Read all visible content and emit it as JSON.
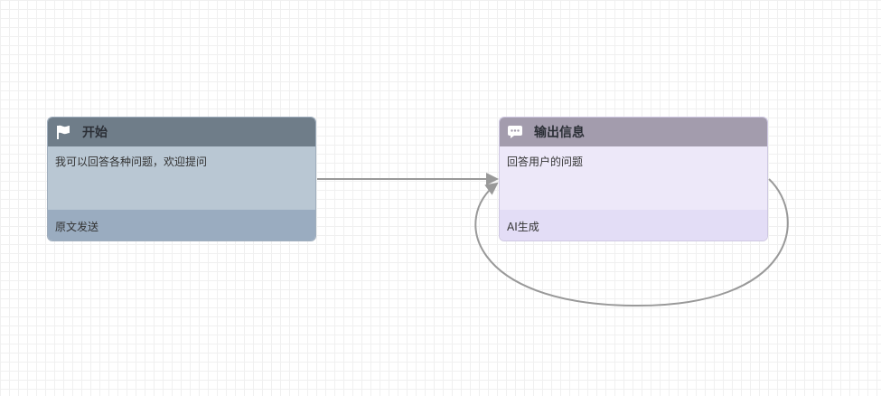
{
  "nodes": {
    "start": {
      "title": "开始",
      "icon": "flag-icon",
      "body": "我可以回答各种问题，欢迎提问",
      "footer": "原文发送",
      "colors": {
        "header": "#6f7d89",
        "body": "#b9c7d3",
        "footer": "#9aacc0"
      }
    },
    "output": {
      "title": "输出信息",
      "icon": "chat-bubble-icon",
      "body": "回答用户的问题",
      "footer": "AI生成",
      "colors": {
        "header": "#a39cad",
        "body": "#ede8f9",
        "footer": "#e3ddf6"
      }
    }
  },
  "edges": [
    {
      "from": "开始",
      "to": "输出信息"
    },
    {
      "from": "输出信息",
      "to": "输出信息"
    }
  ],
  "edge_color": "#999999"
}
